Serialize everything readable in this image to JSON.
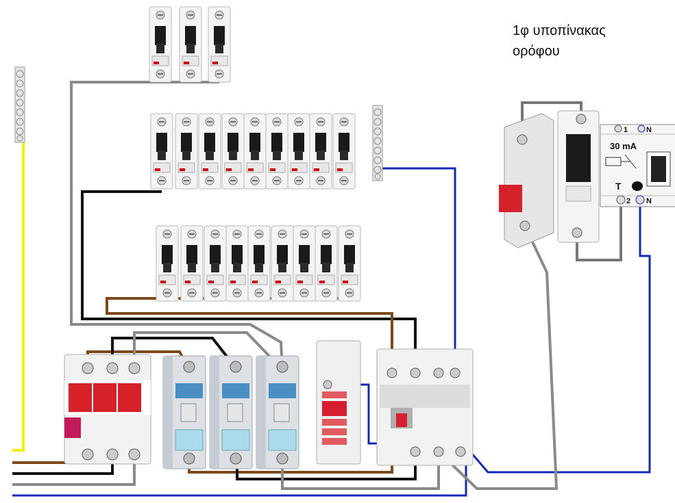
{
  "title": {
    "line1": "1φ υποπίνακας",
    "line2": "ορόφου"
  },
  "rcd_box": {
    "term1": "1",
    "termN_top": "N",
    "rating": "30 mA",
    "test": "T",
    "term2": "2",
    "termN_bottom": "N"
  },
  "colors": {
    "phase_brown": "#7a4a1c",
    "phase_black": "#111111",
    "phase_grey": "#8a8a8a",
    "neutral_blue": "#1428b8",
    "earth_yellow": "#f2f200"
  }
}
